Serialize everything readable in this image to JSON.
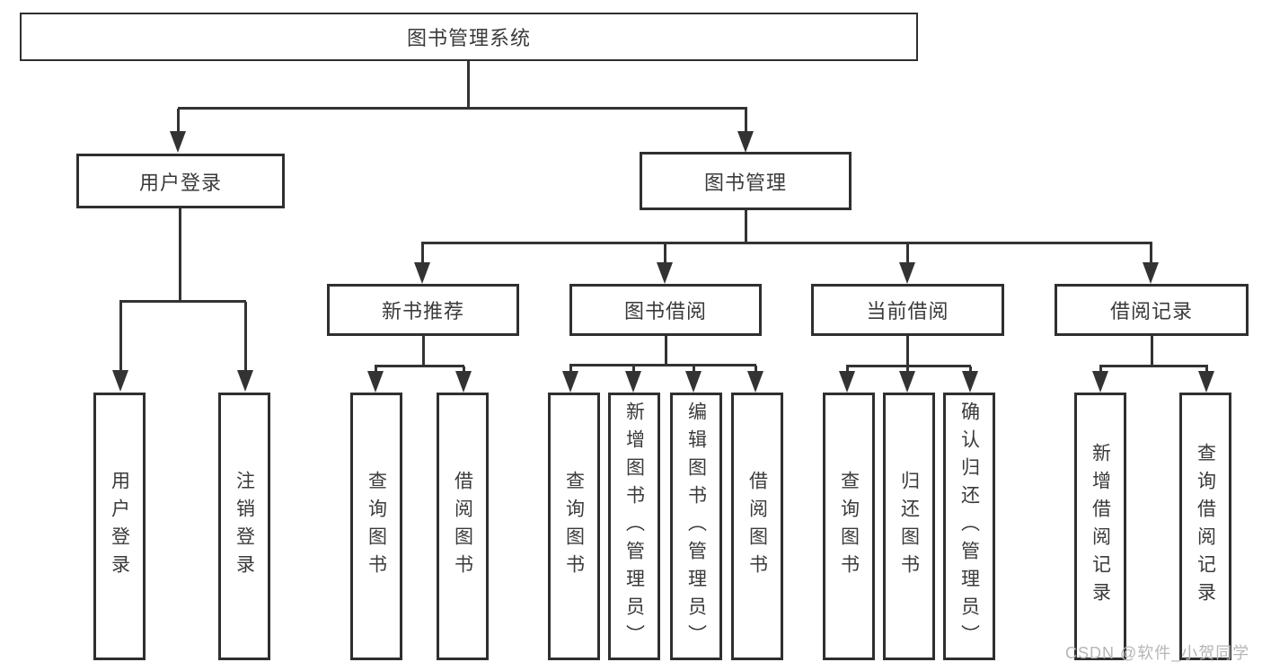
{
  "tree": {
    "root": {
      "label": "图书管理系统"
    },
    "branches": [
      {
        "label": "用户登录",
        "children": [
          {
            "label": "用户登录"
          },
          {
            "label": "注销登录"
          }
        ]
      },
      {
        "label": "图书管理",
        "children": [
          {
            "label": "新书推荐",
            "children": [
              {
                "label": "查询图书"
              },
              {
                "label": "借阅图书"
              }
            ]
          },
          {
            "label": "图书借阅",
            "children": [
              {
                "label": "查询图书"
              },
              {
                "label": "新增图书（管理员）"
              },
              {
                "label": "编辑图书（管理员）"
              },
              {
                "label": "借阅图书"
              }
            ]
          },
          {
            "label": "当前借阅",
            "children": [
              {
                "label": "查询图书"
              },
              {
                "label": "归还图书"
              },
              {
                "label": "确认归还（管理员）"
              }
            ]
          },
          {
            "label": "借阅记录",
            "children": [
              {
                "label": "新增借阅记录"
              },
              {
                "label": "查询借阅记录"
              }
            ]
          }
        ]
      }
    ]
  },
  "watermark": "CSDN @软件_小贺同学",
  "colors": {
    "background": "#ffffff",
    "border": "#2f2f2f",
    "line": "#333333",
    "text": "#3a3a3a",
    "watermark": "#b6b6b6"
  }
}
